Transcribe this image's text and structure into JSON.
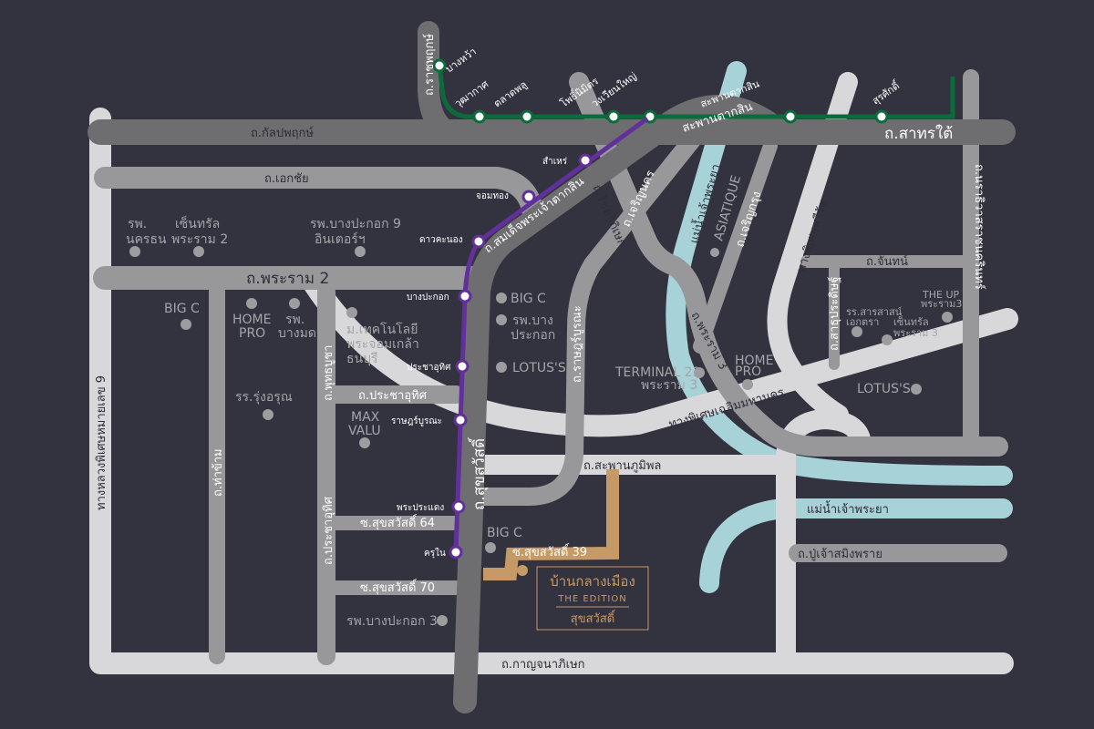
{
  "colors": {
    "background": "#33323f",
    "bts_green": "#0b6b3a",
    "mrt_purple": "#62309a",
    "river": "#a7d2d7",
    "project_gold": "#c69a67"
  },
  "roads": {
    "kanlapaphruek": "ถ.กัลปพฤกษ์",
    "sathorn_tai": "ถ.สาทรใต้",
    "ekkachai": "ถ.เอกชัย",
    "rama2": "ถ.พระราม 2",
    "ratchaphruek": "ถ.ราชพฤกษ์",
    "taksin_bridge": "สะพานตากสิน",
    "somdet_taksin": "ถ.สมเด็จพระเจ้าตากสิน",
    "ratchadaphisek": "ถ.รัชดาภิเษก",
    "charoen_nakhon": "ถ.เจริญนคร",
    "charoen_krung": "ถ.เจริญกรุง",
    "srirat_expressway": "ทางพิเศษศรีรัช",
    "narathiwat": "ถ.นราธิวาสราชนครินทร์",
    "chan": "ถ.จันทน์",
    "sathu_pradit": "ถ.สาธุประดิษฐ์",
    "rama3": "ถ.พระราม 3",
    "chaloem_expressway": "ทางพิเศษเฉลิมมหานคร",
    "rat_burana": "ถ.ราษฎร์บูรณะ",
    "suk_sawat": "ถ.สุขสวัสดิ์",
    "bhumibol_bridge": "ถ.สะพานภูมิพล",
    "phutthabucha": "ถ.พุทธบูชา",
    "pracha_uthit_h": "ถ.ประชาอุทิศ",
    "pracha_uthit_v": "ถ.ประชาอุทิศ",
    "tha_kham": "ถ.ท่าข้าม",
    "kanchanaphisek": "ถ.กาญจนาภิเษก",
    "outer_ring": "ทางหลวงพิเศษหมายเลข 9",
    "soi64": "ซ.สุขสวัสดิ์ 64",
    "soi70": "ซ.สุขสวัสดิ์ 70",
    "soi39": "ซ.สุขสวัสดิ์ 39",
    "pu_chao": "ถ.ปู่เจ้าสมิงพราย",
    "river_main": "แม่น้ำเจ้าพระยา",
    "river_lower": "แม่น้ำเจ้าพระยา"
  },
  "bts_stations": [
    "บางหว้า",
    "วุฒากาศ",
    "ตลาดพลู",
    "โพธิ์นิมิตร",
    "วงเวียนใหญ่",
    "สะพานตากสิน",
    "สุรศักดิ์"
  ],
  "mrt_stations": [
    "สำเหร่",
    "จอมทอง",
    "ดาวคะนอง",
    "บางปะกอก",
    "ประชาอุทิศ",
    "ราษฎร์บูรณะ",
    "พระประแดง",
    "ครุใน"
  ],
  "landmarks": {
    "nakhon_thon": [
      "รพ.",
      "นครธน"
    ],
    "central_rama2": [
      "เซ็นทรัล",
      "พระราม 2"
    ],
    "bangpakok9": [
      "รพ.บางปะกอก 9",
      "อินเตอร์ฯ"
    ],
    "bigc1": "BIG C",
    "homepro1": [
      "HOME",
      "PRO"
    ],
    "bangmod": [
      "รพ.",
      "บางมด"
    ],
    "kmutt": [
      "ม.เทคโนโลยี",
      "พระจอมเกล้า",
      "ธนบุรี"
    ],
    "rungarun": "รร.รุ่งอรุณ",
    "maxvalu": [
      "MAX",
      "VALU"
    ],
    "bigc2": "BIG C",
    "bangpakok_hosp": [
      "รพ.บาง",
      "ประกอก"
    ],
    "lotus1": "LOTUS'S",
    "asiatique": "ASIATIQUE",
    "terminal21": [
      "TERMINAL 21",
      "พระราม 3"
    ],
    "homepro2": [
      "HOME",
      "PRO"
    ],
    "satri_school": [
      "รร.สารสาสน์",
      "เอกตรา"
    ],
    "central_rama3": [
      "เซ็นทรัล",
      "พระราม 3"
    ],
    "the_up": [
      "THE UP",
      "พระราม3"
    ],
    "lotus2": "LOTUS'S",
    "bigc3": "BIG C",
    "bangpakok3": "รพ.บางปะกอก 3"
  },
  "project": {
    "name": "บ้านกลางเมือง",
    "edition": "THE EDITION",
    "location": "สุขสวัสดิ์"
  }
}
